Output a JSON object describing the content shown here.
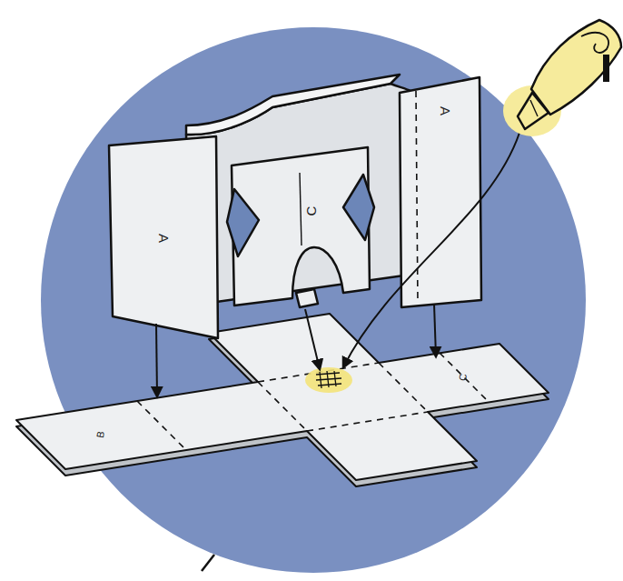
{
  "diagram": {
    "labels": [
      "A",
      "C",
      "A",
      "B",
      "C"
    ]
  }
}
